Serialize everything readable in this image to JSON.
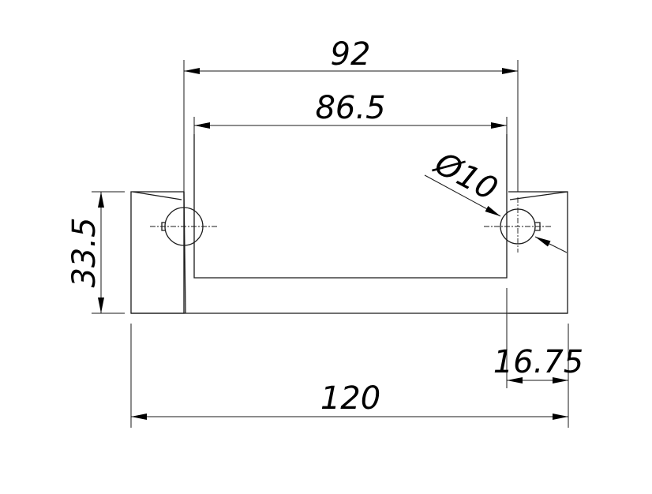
{
  "drawing": {
    "dimensions": {
      "top_outer": "92",
      "top_inner": "86.5",
      "diameter": "Ø10",
      "height": "33.5",
      "offset": "16.75",
      "total_width": "120"
    }
  }
}
